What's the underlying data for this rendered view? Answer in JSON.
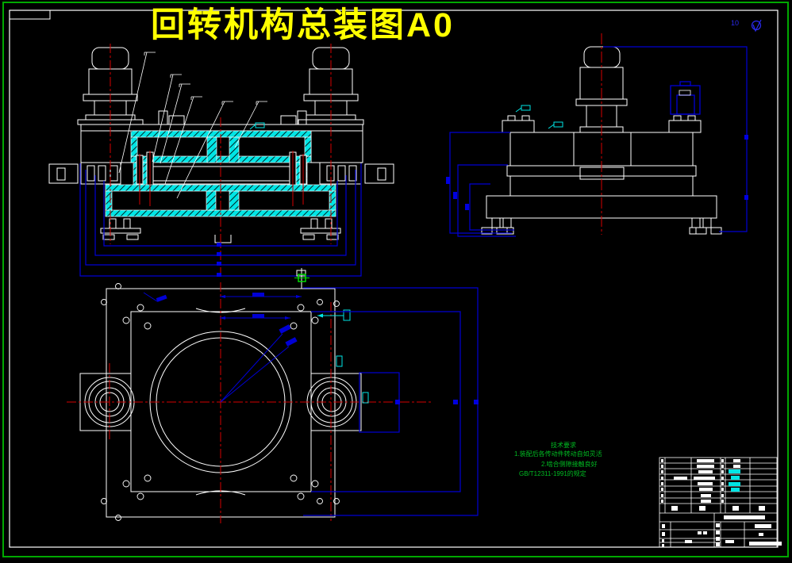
{
  "canvas": {
    "background": "#000000"
  },
  "title_annotation": {
    "text": "回转机构总装图A0",
    "color": "#ffff00"
  },
  "surface_roughness": {
    "value": "10"
  },
  "tech_notes": {
    "heading": "技术要求",
    "line1": "1.装配后各传动件转动自如灵活",
    "line2": "2.啮合侧隙接触良好",
    "line3": "GB/T12311-1991的规定"
  },
  "colors": {
    "outline": "#ffffff",
    "hatch": "#00e5e5",
    "centerline": "#d40000",
    "auxiliary": "#0000d4",
    "sheet_border": "#00a800",
    "osnap_marker": "#00dd00",
    "notes": "#00bb22",
    "title": "#ffff00"
  }
}
